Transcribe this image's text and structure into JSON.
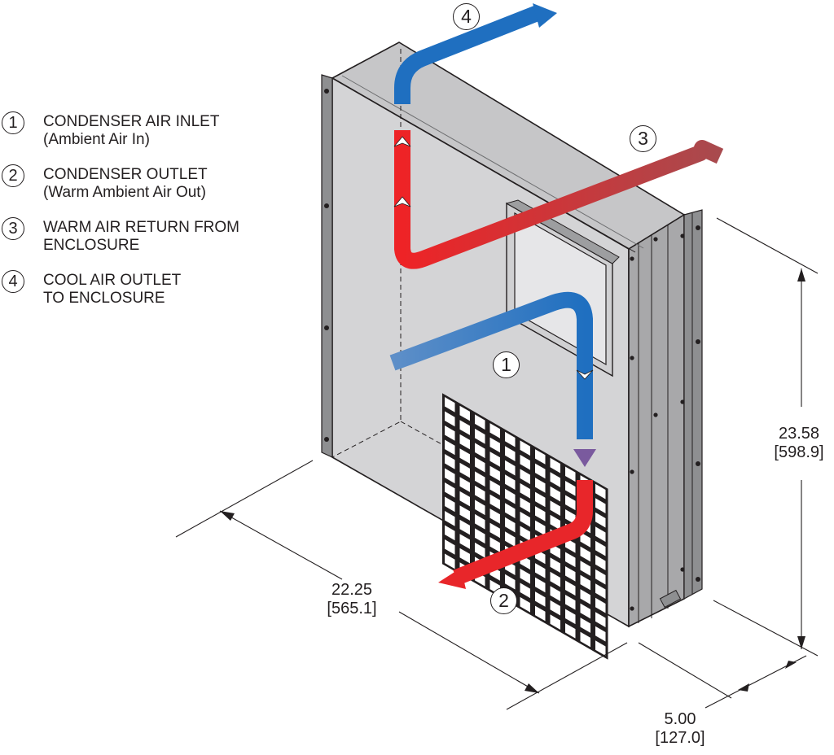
{
  "legend": [
    {
      "num": "1",
      "line1": "CONDENSER AIR INLET",
      "line2": "(Ambient Air In)"
    },
    {
      "num": "2",
      "line1": "CONDENSER OUTLET",
      "line2": "(Warm Ambient Air Out)"
    },
    {
      "num": "3",
      "line1": "WARM AIR RETURN FROM",
      "line2": "ENCLOSURE"
    },
    {
      "num": "4",
      "line1": "COOL AIR OUTLET",
      "line2": "TO ENCLOSURE"
    }
  ],
  "callouts": {
    "one": "1",
    "two": "2",
    "three": "3",
    "four": "4"
  },
  "dimensions": {
    "height": {
      "imperial": "23.58",
      "metric": "[598.9]"
    },
    "width": {
      "imperial": "22.25",
      "metric": "[565.1]"
    },
    "depth": {
      "imperial": "5.00",
      "metric": "[127.0]"
    }
  },
  "colors": {
    "cool_air": "#1f6fc0",
    "warm_air": "#e8262a",
    "unit_body": "#d4d4d6"
  }
}
